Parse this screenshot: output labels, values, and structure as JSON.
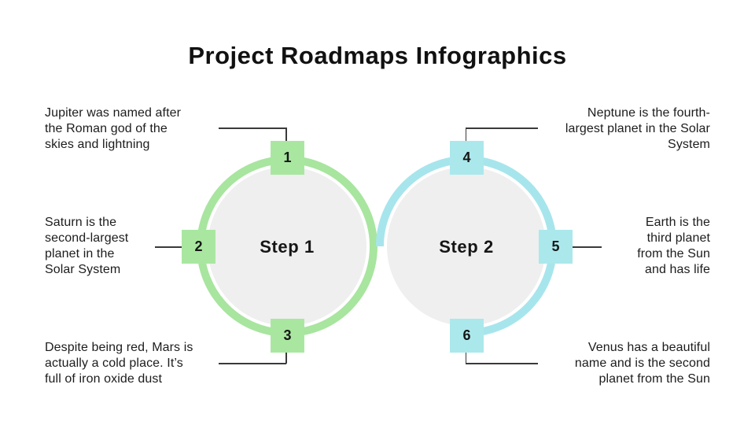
{
  "title": "Project Roadmaps Infographics",
  "steps": [
    {
      "label": "Step 1",
      "accent": "#A8E59F",
      "badges": [
        "1",
        "2",
        "3"
      ]
    },
    {
      "label": "Step 2",
      "accent": "#A7E5EC",
      "badges": [
        "4",
        "5",
        "6"
      ]
    }
  ],
  "annotations": {
    "top_left": {
      "lines": [
        "Jupiter was named after",
        "the Roman god of the",
        "skies and lightning"
      ]
    },
    "mid_left": {
      "lines": [
        "Saturn is the",
        "second-largest",
        "planet in the",
        "Solar System"
      ]
    },
    "bottom_left": {
      "lines": [
        "Despite being red, Mars is",
        "actually a cold place. It’s",
        "full of iron oxide dust"
      ]
    },
    "top_right": {
      "lines": [
        "Neptune is the fourth-",
        "largest planet in the Solar",
        "System"
      ]
    },
    "mid_right": {
      "lines": [
        "Earth is the",
        "third planet",
        "from the Sun",
        "and has life"
      ]
    },
    "bottom_right": {
      "lines": [
        "Venus has a beautiful",
        "name and is the second",
        "planet from the Sun"
      ]
    }
  },
  "colors": {
    "green_accent": "#A8E59F",
    "cyan_accent": "#A7E5EC",
    "circle_fill": "#EFEFEF",
    "text": "#1A1A1A",
    "connector_line": "#3A3A3A",
    "background": "#FFFFFF"
  }
}
